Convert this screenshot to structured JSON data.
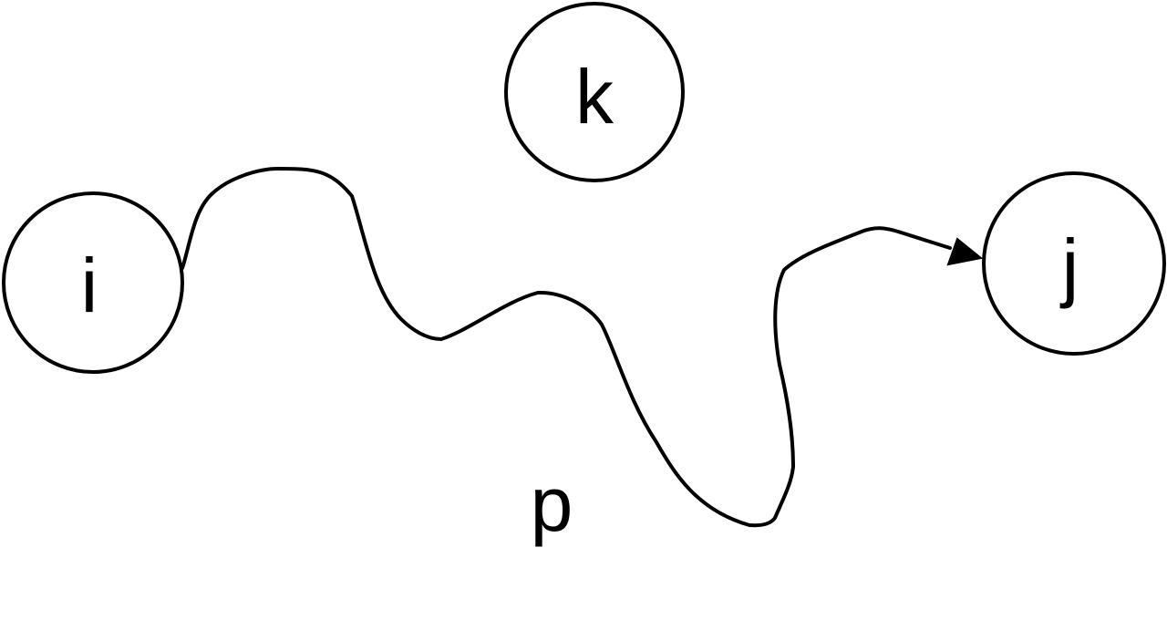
{
  "diagram": {
    "nodes": {
      "i": {
        "label": "i"
      },
      "k": {
        "label": "k"
      },
      "j": {
        "label": "j"
      }
    },
    "path": {
      "label": "p"
    },
    "colors": {
      "stroke": "#000000",
      "background": "#ffffff"
    }
  }
}
